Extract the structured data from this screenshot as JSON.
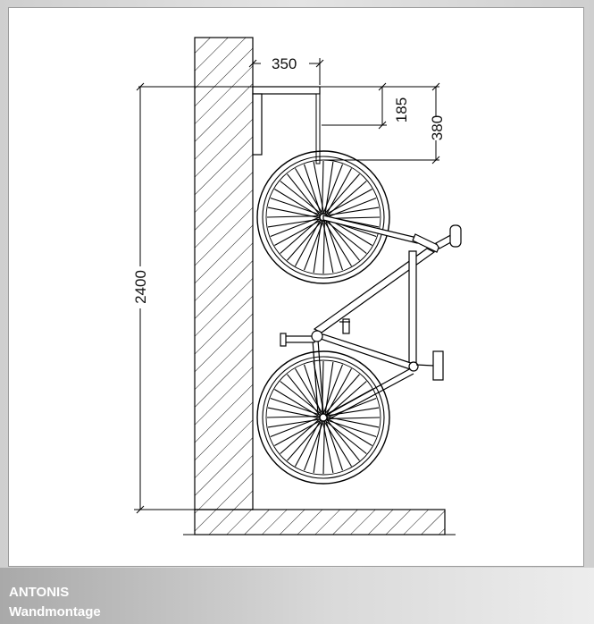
{
  "caption": {
    "title": "ANTONIS",
    "subtitle": "Wandmontage"
  },
  "dimensions": {
    "bracket_depth": "350",
    "hook_drop": "185",
    "rim_drop": "380",
    "mount_height": "2400"
  },
  "colors": {
    "line": "#000000",
    "caption_text": "#ffffff",
    "background": "#ffffff"
  }
}
